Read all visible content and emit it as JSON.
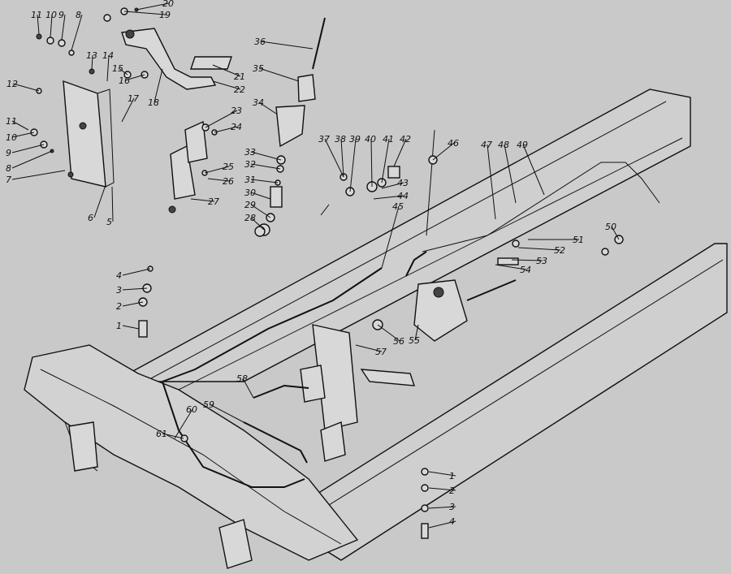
{
  "diagram": {
    "background": "#c9c9c9",
    "ink": "#111111",
    "labels": [
      "1",
      "2",
      "3",
      "4",
      "5",
      "6",
      "7",
      "8",
      "9",
      "10",
      "11",
      "12",
      "13",
      "14",
      "15",
      "16",
      "17",
      "18",
      "19",
      "20",
      "21",
      "22",
      "23",
      "24",
      "25",
      "26",
      "27",
      "28",
      "29",
      "30",
      "31",
      "32",
      "33",
      "34",
      "35",
      "36",
      "37",
      "38",
      "39",
      "40",
      "41",
      "42",
      "43",
      "44",
      "45",
      "46",
      "47",
      "48",
      "49",
      "50",
      "51",
      "52",
      "53",
      "54",
      "55",
      "56",
      "57",
      "58",
      "59",
      "60",
      "61"
    ]
  }
}
